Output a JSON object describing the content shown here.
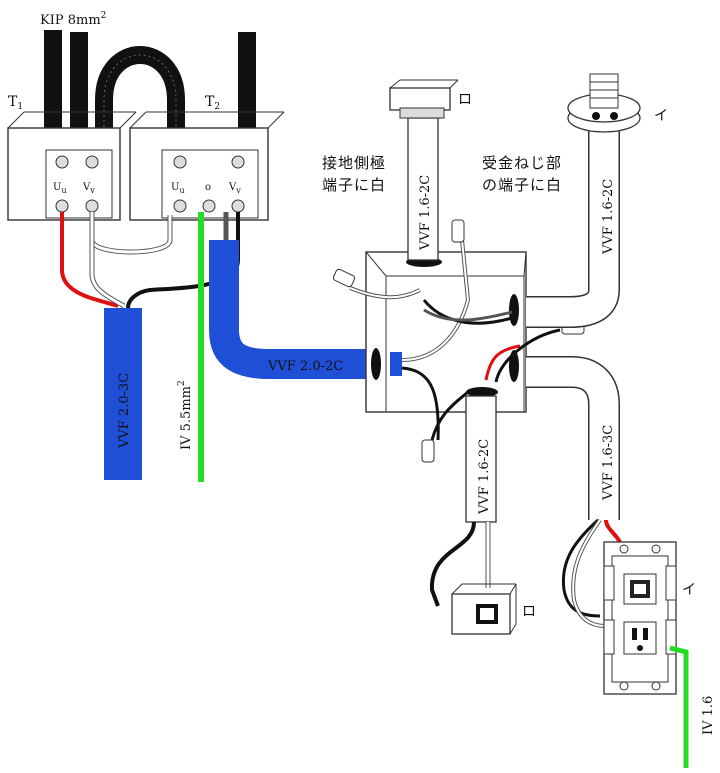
{
  "labels": {
    "kip": "KIP 8mm",
    "kip_sup": "2",
    "t1": "T",
    "t1_sub": "1",
    "t2": "T",
    "t2_sub": "2",
    "u": "U",
    "u_sub": "u",
    "v": "V",
    "v_sub": "v",
    "o": "o",
    "vvf_2_0_3c": "VVF 2.0-3C",
    "iv_5_5": "IV 5.5mm",
    "iv_5_5_sup": "2",
    "vvf_2_0_2c": "VVF 2.0-2C",
    "vvf_1_6_2c_top": "VVF 1.6-2C",
    "vvf_1_6_2c_right": "VVF 1.6-2C",
    "vvf_1_6_2c_bottom": "VVF 1.6-2C",
    "vvf_1_6_3c": "VVF 1.6-3C",
    "iv_1_6": "IV 1.6",
    "ro_top": "ロ",
    "ro_bottom": "ロ",
    "i_top": "イ",
    "i_right": "イ",
    "note_ground_1": "接地側極",
    "note_ground_2": "端子に白",
    "note_socket_1": "受金ねじ部",
    "note_socket_2": "の端子に白"
  },
  "colors": {
    "blue_cable": "#1f4fd6",
    "green_wire": "#22dd22",
    "red_wire": "#e01010",
    "black_wire": "#111111",
    "white_wire": "#ffffff",
    "outline": "#333333"
  }
}
